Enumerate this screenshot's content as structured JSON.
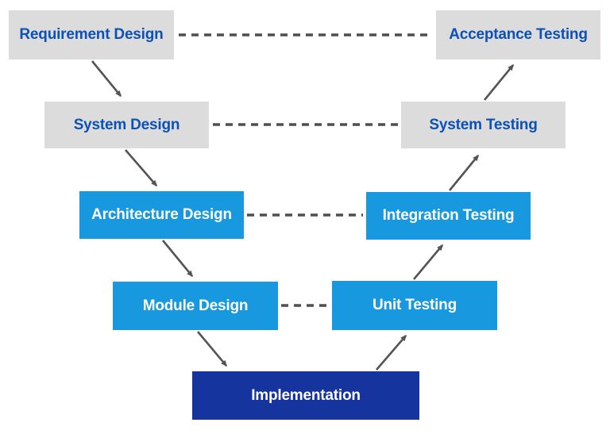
{
  "diagram": {
    "type": "v-model-process-diagram",
    "background": "#FFFFFF"
  },
  "colors": {
    "box_gray": "#DCDCDC",
    "box_bright_blue": "#1798DF",
    "box_dark_navy": "#15349E",
    "label_blue": "#0B51B7",
    "label_white": "#FFFFFF",
    "arrow_gray": "#545454",
    "dash_gray": "#4F4F4F"
  },
  "nodes": {
    "requirement_design": {
      "label": "Requirement Design",
      "style": "gray"
    },
    "acceptance_testing": {
      "label": "Acceptance Testing",
      "style": "gray"
    },
    "system_design": {
      "label": "System Design",
      "style": "gray"
    },
    "system_testing": {
      "label": "System Testing",
      "style": "gray"
    },
    "architecture_design": {
      "label": "Architecture Design",
      "style": "blue"
    },
    "integration_testing": {
      "label": "Integration Testing",
      "style": "blue"
    },
    "module_design": {
      "label": "Module Design",
      "style": "blue"
    },
    "unit_testing": {
      "label": "Unit Testing",
      "style": "blue"
    },
    "implementation": {
      "label": "Implementation",
      "style": "navy"
    }
  },
  "flow_arrows": [
    {
      "from": "Requirement Design",
      "to": "System Design"
    },
    {
      "from": "System Design",
      "to": "Architecture Design"
    },
    {
      "from": "Architecture Design",
      "to": "Module Design"
    },
    {
      "from": "Module Design",
      "to": "Implementation"
    },
    {
      "from": "Implementation",
      "to": "Unit Testing"
    },
    {
      "from": "Unit Testing",
      "to": "Integration Testing"
    },
    {
      "from": "Integration Testing",
      "to": "System Testing"
    },
    {
      "from": "System Testing",
      "to": "Acceptance Testing"
    }
  ],
  "dashed_links": [
    {
      "from": "Requirement Design",
      "to": "Acceptance Testing"
    },
    {
      "from": "System Design",
      "to": "System Testing"
    },
    {
      "from": "Architecture Design",
      "to": "Integration Testing"
    },
    {
      "from": "Module Design",
      "to": "Unit Testing"
    }
  ]
}
